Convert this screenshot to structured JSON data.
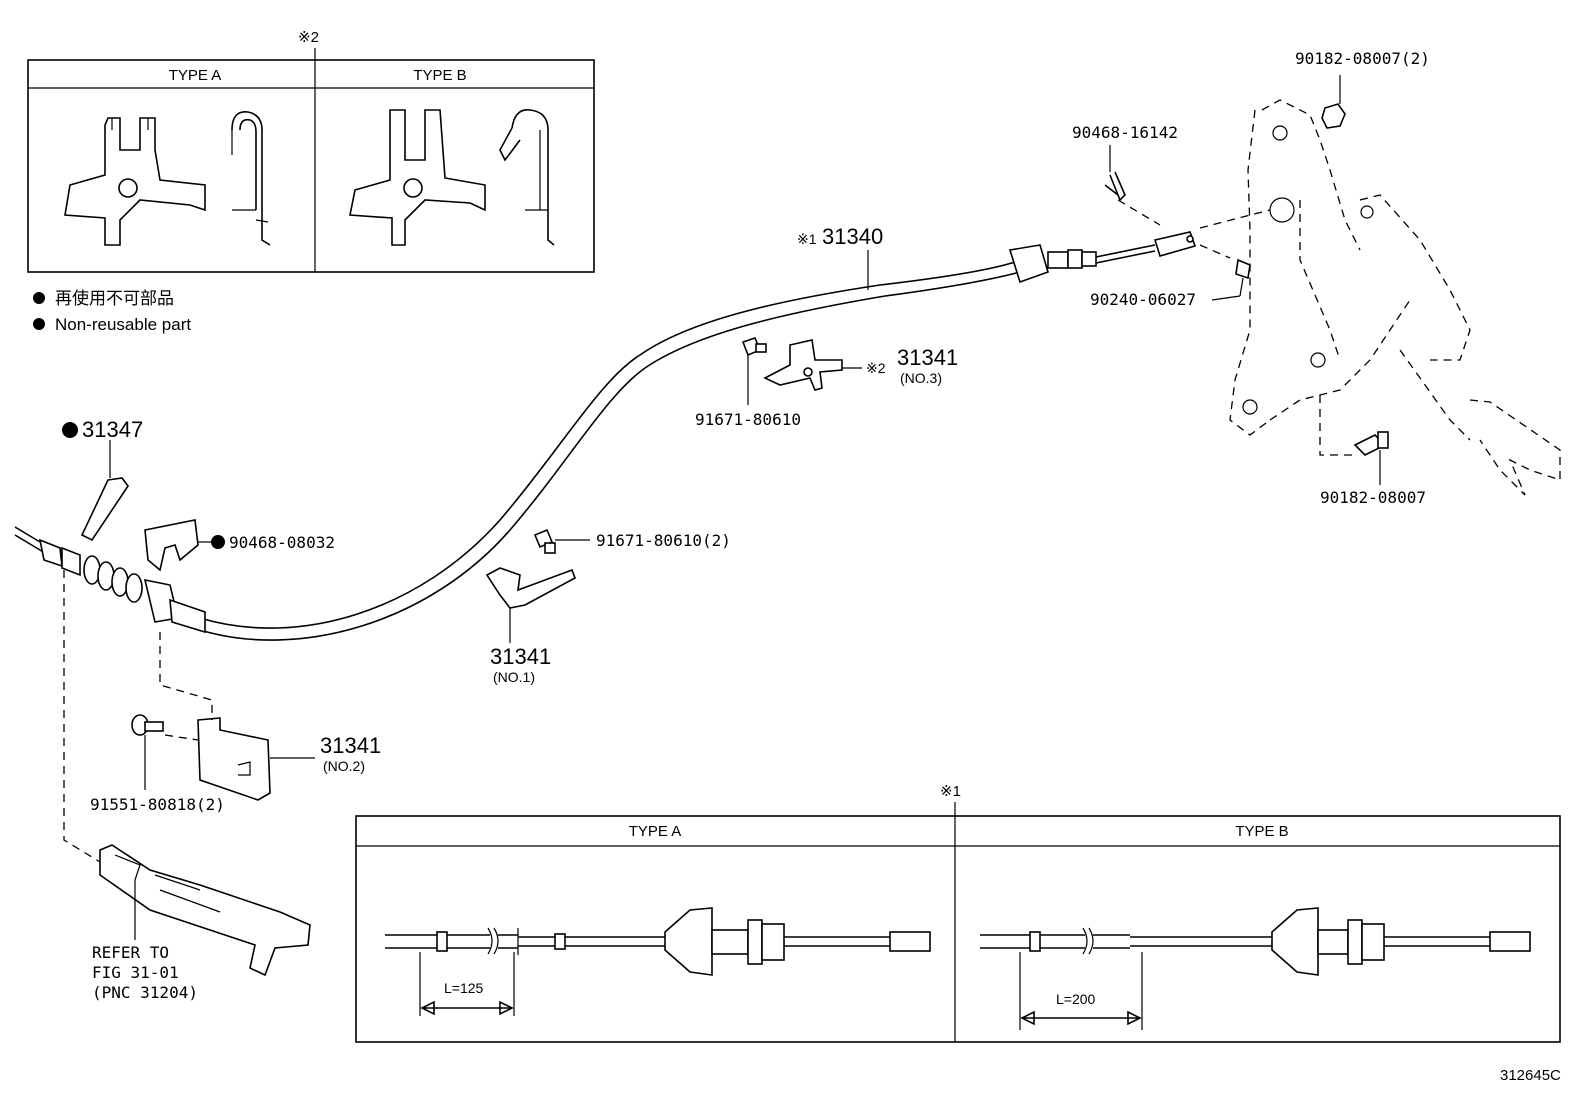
{
  "diagram_id": "312645C",
  "legend": {
    "japanese": "再使用不可部品",
    "english": "Non-reusable part"
  },
  "inset_top": {
    "marker": "※2",
    "type_a": "TYPE A",
    "type_b": "TYPE B"
  },
  "inset_bottom": {
    "marker": "※1",
    "type_a": "TYPE A",
    "type_b": "TYPE B",
    "dim_a": "L=125",
    "dim_b": "L=200"
  },
  "parts": {
    "p31340": {
      "prefix": "※1",
      "number": "31340"
    },
    "p31341_no3": {
      "number": "31341",
      "sub": "(NO.3)",
      "prefix": "※2"
    },
    "p31341_no1": {
      "number": "31341",
      "sub": "(NO.1)"
    },
    "p31341_no2": {
      "number": "31341",
      "sub": "(NO.2)"
    },
    "p31347": {
      "number": "31347"
    },
    "p90468_08032": {
      "number": "90468-08032"
    },
    "p91671_80610": {
      "number": "91671-80610"
    },
    "p91671_80610_2": {
      "number": "91671-80610(2)"
    },
    "p91551_80818_2": {
      "number": "91551-80818(2)"
    },
    "p90468_16142": {
      "number": "90468-16142"
    },
    "p90240_06027": {
      "number": "90240-06027"
    },
    "p90182_08007_2": {
      "number": "90182-08007(2)"
    },
    "p90182_08007": {
      "number": "90182-08007"
    }
  },
  "refer": {
    "line1": "REFER TO",
    "line2": "FIG 31-01",
    "line3": "(PNC 31204)"
  }
}
